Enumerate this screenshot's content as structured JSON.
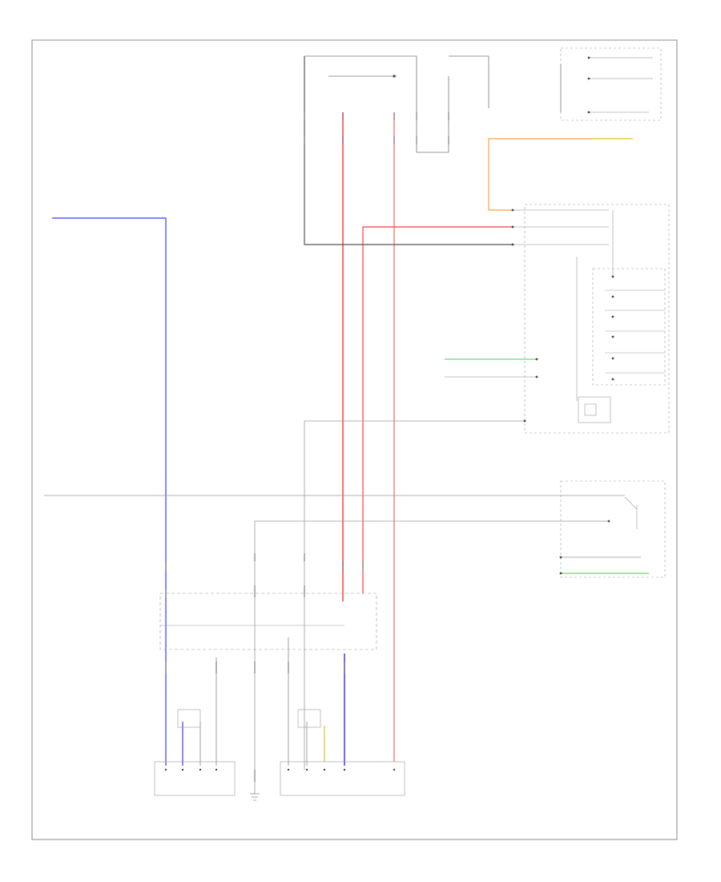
{
  "diagram": {
    "footer_text": "",
    "wire_colors": {
      "black": "#555555",
      "gray": "#9a9a9a",
      "red": "#ff3b3b",
      "blue": "#3a3aff",
      "orange": "#ffa040",
      "green": "#40d040",
      "yellow": "#e0c020"
    },
    "components": [
      {
        "id": "combination-meter-assembly",
        "label": ""
      },
      {
        "id": "combination-switch-left",
        "label": ""
      },
      {
        "id": "combination-switch-right",
        "label": ""
      },
      {
        "id": "steering-sensor",
        "label": ""
      },
      {
        "id": "spiral-cable",
        "label": ""
      },
      {
        "id": "relay-box",
        "label": ""
      },
      {
        "id": "junction-block",
        "label": ""
      }
    ]
  }
}
